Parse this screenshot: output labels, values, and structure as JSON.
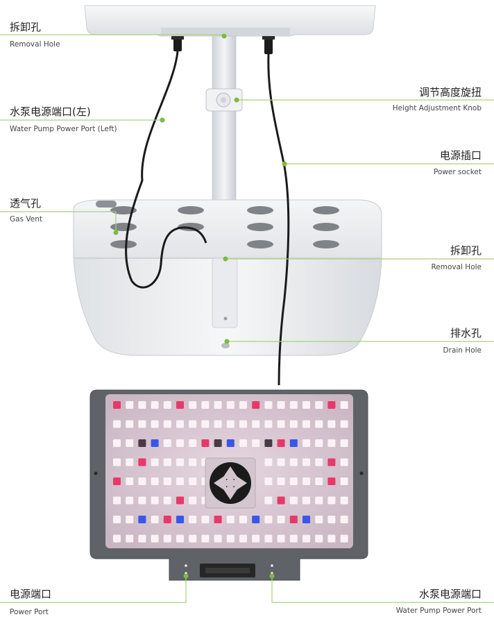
{
  "colors": {
    "leader_line": "#a6d27a",
    "leader_dot": "#7dbb3f",
    "body_white": "#eef0f2",
    "panel_frame": "#5c5f63",
    "led_red": "#e8386a",
    "led_blue": "#3a56e8",
    "led_white": "#fbf2f6",
    "cable": "#1a1a1a"
  },
  "callouts": [
    {
      "id": "removal-hole-top",
      "zh": "拆卸孔",
      "en": "Removal Hole"
    },
    {
      "id": "water-pump-port-left",
      "zh": "水泵电源端口(左)",
      "en": "Water Pump Power Port (Left)"
    },
    {
      "id": "height-adjustment-knob",
      "zh": "调节高度旋扭",
      "en": "Height Adjustment Knob"
    },
    {
      "id": "power-socket",
      "zh": "电源插口",
      "en": "Power socket"
    },
    {
      "id": "gas-vent",
      "zh": "透气孔",
      "en": "Gas Vent"
    },
    {
      "id": "removal-hole-body",
      "zh": "拆卸孔",
      "en": "Removal Hole"
    },
    {
      "id": "drain-hole",
      "zh": "排水孔",
      "en": "Drain Hole"
    },
    {
      "id": "power-port",
      "zh": "电源端口",
      "en": "Power Port"
    },
    {
      "id": "water-pump-power-port",
      "zh": "水泵电源端口",
      "en": "Water Pump Power Port"
    }
  ],
  "led_panel": {
    "rows": 8,
    "cols": 19,
    "pattern": [
      "RWWWWRWWWWWRWWWWWRW",
      "WWWWWWWWWWWWWWWWWWW",
      "WWDBWWWRDBWWDRBWWWW",
      "WWRWWWWWWWWWWWWWWRW",
      "RWWWWWWWWWWWWWWWWRW",
      "WWWWWRWWWWWWWRWWWWW",
      "WWBWRBWWRWWBWWRBWWW",
      "WWWWWWWWWWWWWWWWWWW"
    ]
  }
}
